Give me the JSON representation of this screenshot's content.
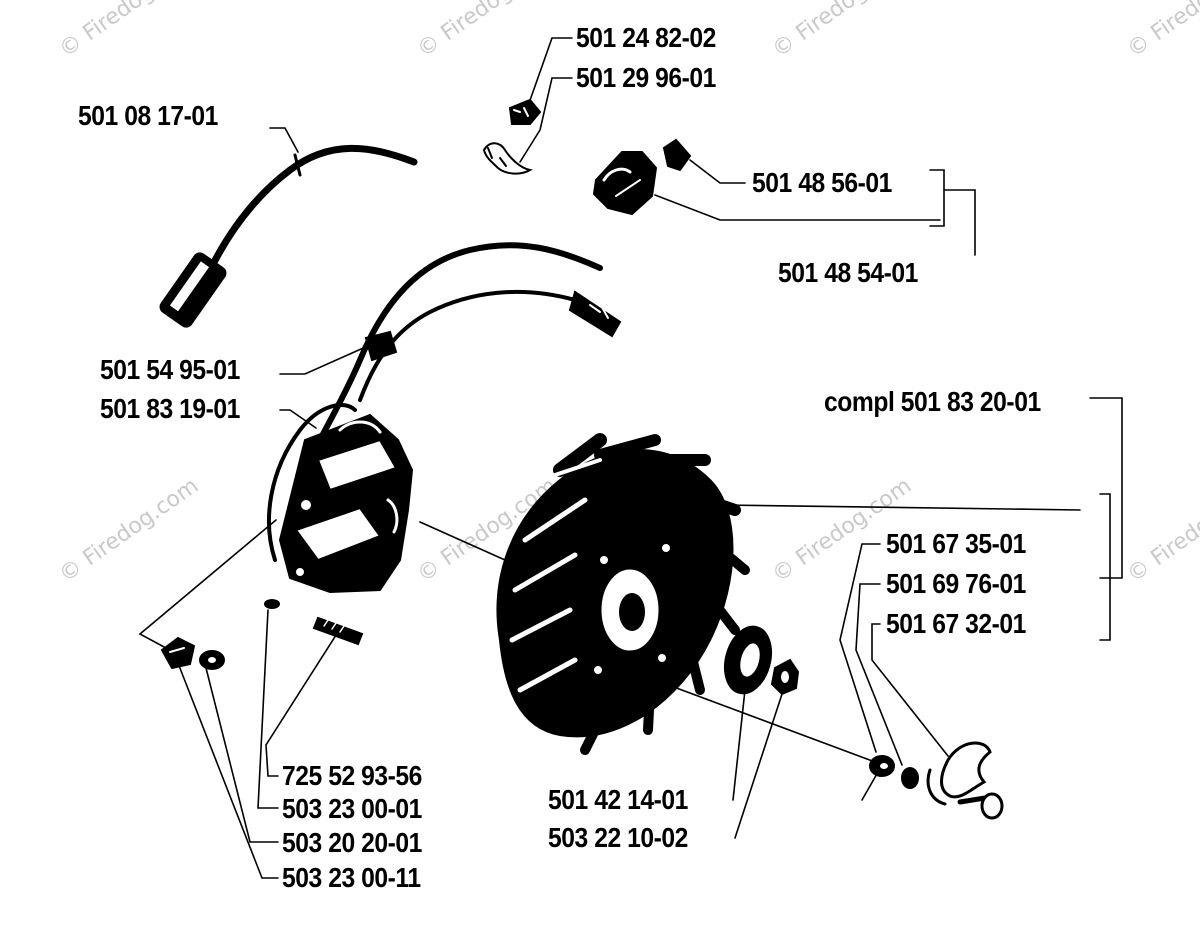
{
  "diagram": {
    "watermark": "© Firedog.com",
    "part_labels": {
      "spark_plug_cap": "501 08 17-01",
      "clip_nut": "501 24 82-02",
      "clip": "501 29 96-01",
      "switch_part_a": "501 48 56-01",
      "switch_assembly": "501 48 54-01",
      "cable_clamp": "501 54 95-01",
      "ignition_module": "501 83 19-01",
      "flywheel_kit": "compl 501 83 20-01",
      "pawl_spring": "501 67 35-01",
      "pawl_washer": "501 69 76-01",
      "pawl": "501 67 32-01",
      "module_screw": "725 52 93-56",
      "washer_a": "503 23 00-01",
      "screw": "503 20 20-01",
      "washer_b": "503 23 00-11",
      "flywheel_washer": "501 42 14-01",
      "flywheel_nut": "503 22 10-02"
    }
  }
}
